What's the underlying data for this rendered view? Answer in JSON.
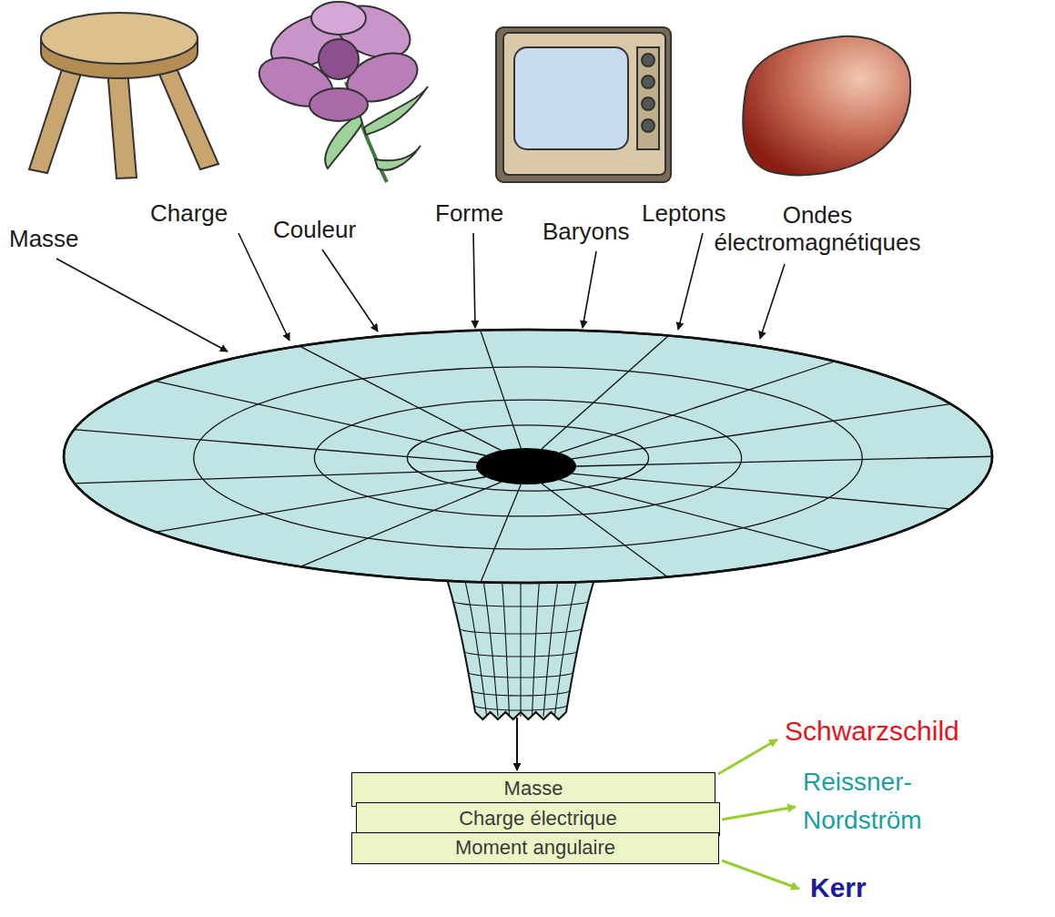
{
  "diagram": {
    "nodes": [
      {
        "text": [
          "Masse"
        ]
      },
      {
        "text": [
          "Charge électrique"
        ]
      },
      {
        "text": [
          "Moment angulaire"
        ]
      }
    ],
    "labels": [
      "Masse",
      "Charge",
      "Couleur",
      "Forme",
      "Baryons",
      "Leptons",
      "Ondes électromagnétiques",
      "Schwarzschild",
      "Reissner-Nordström",
      "Kerr"
    ]
  }
}
